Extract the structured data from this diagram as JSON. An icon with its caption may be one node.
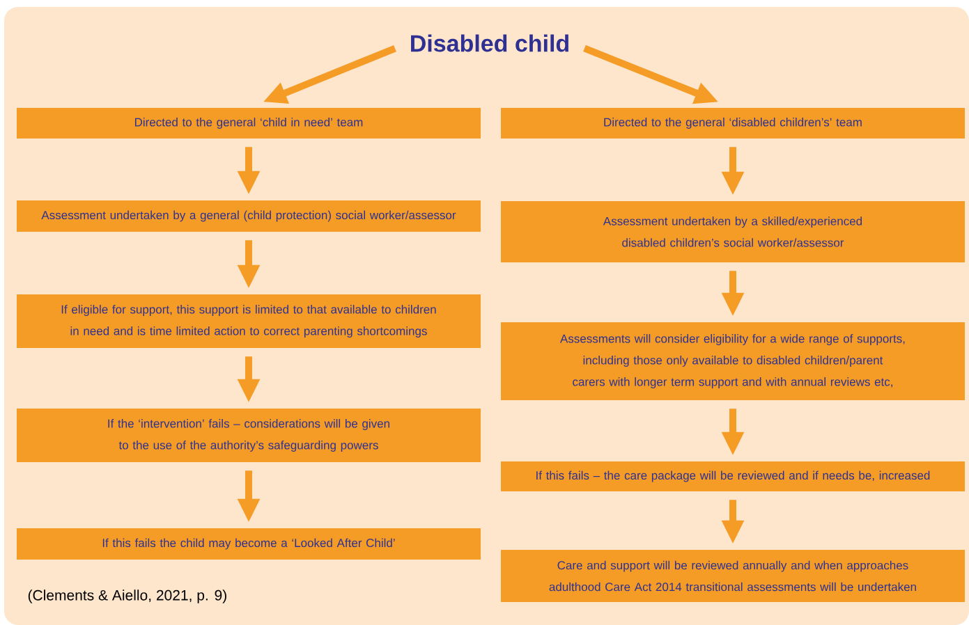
{
  "diagram": {
    "caption": "(Clements & Aiello, 2021, p. 9)",
    "nodes": [
      {
        "text": [
          "Disabled child"
        ]
      },
      {
        "text": [
          "Directed to the general ‘child in need’ team"
        ]
      },
      {
        "text": [
          "Assessment undertaken by a general (child protection) social worker/assessor"
        ]
      },
      {
        "text": [
          "If eligible for support, this support is limited to that available to children in need and is time limited action to correct parenting shortcomings"
        ]
      },
      {
        "text": [
          "If the ‘intervention’ fails – considerations will be given to the use of the authority’s safeguarding powers"
        ]
      },
      {
        "text": [
          "If this fails the child may become a ‘Looked After Child’"
        ]
      },
      {
        "text": [
          "Directed to the general ‘disabled children’s’ team"
        ]
      },
      {
        "text": [
          "Assessment undertaken by a skilled/experienced disabled children’s social worker/assessor"
        ]
      },
      {
        "text": [
          "Assessments will consider eligibility for a wide range of supports, including those only available to disabled children/parent carers with longer term support and with annual reviews etc,"
        ]
      },
      {
        "text": [
          "If this fails – the care package will be reviewed and if needs be, increased"
        ]
      },
      {
        "text": [
          "Care and support will be reviewed annually and when approaches adulthood Care Act 2014 transitional assessments will be undertaken"
        ]
      }
    ],
    "edges": [
      {
        "from": 0,
        "to": 1,
        "arrow": "to"
      },
      {
        "from": 0,
        "to": 6,
        "arrow": "to"
      },
      {
        "from": 1,
        "to": 2,
        "arrow": "to"
      },
      {
        "from": 2,
        "to": 3,
        "arrow": "to"
      },
      {
        "from": 3,
        "to": 4,
        "arrow": "to"
      },
      {
        "from": 4,
        "to": 5,
        "arrow": "to"
      },
      {
        "from": 6,
        "to": 7,
        "arrow": "to"
      },
      {
        "from": 7,
        "to": 8,
        "arrow": "to"
      },
      {
        "from": 8,
        "to": 9,
        "arrow": "to"
      },
      {
        "from": 9,
        "to": 10,
        "arrow": "to"
      }
    ]
  }
}
